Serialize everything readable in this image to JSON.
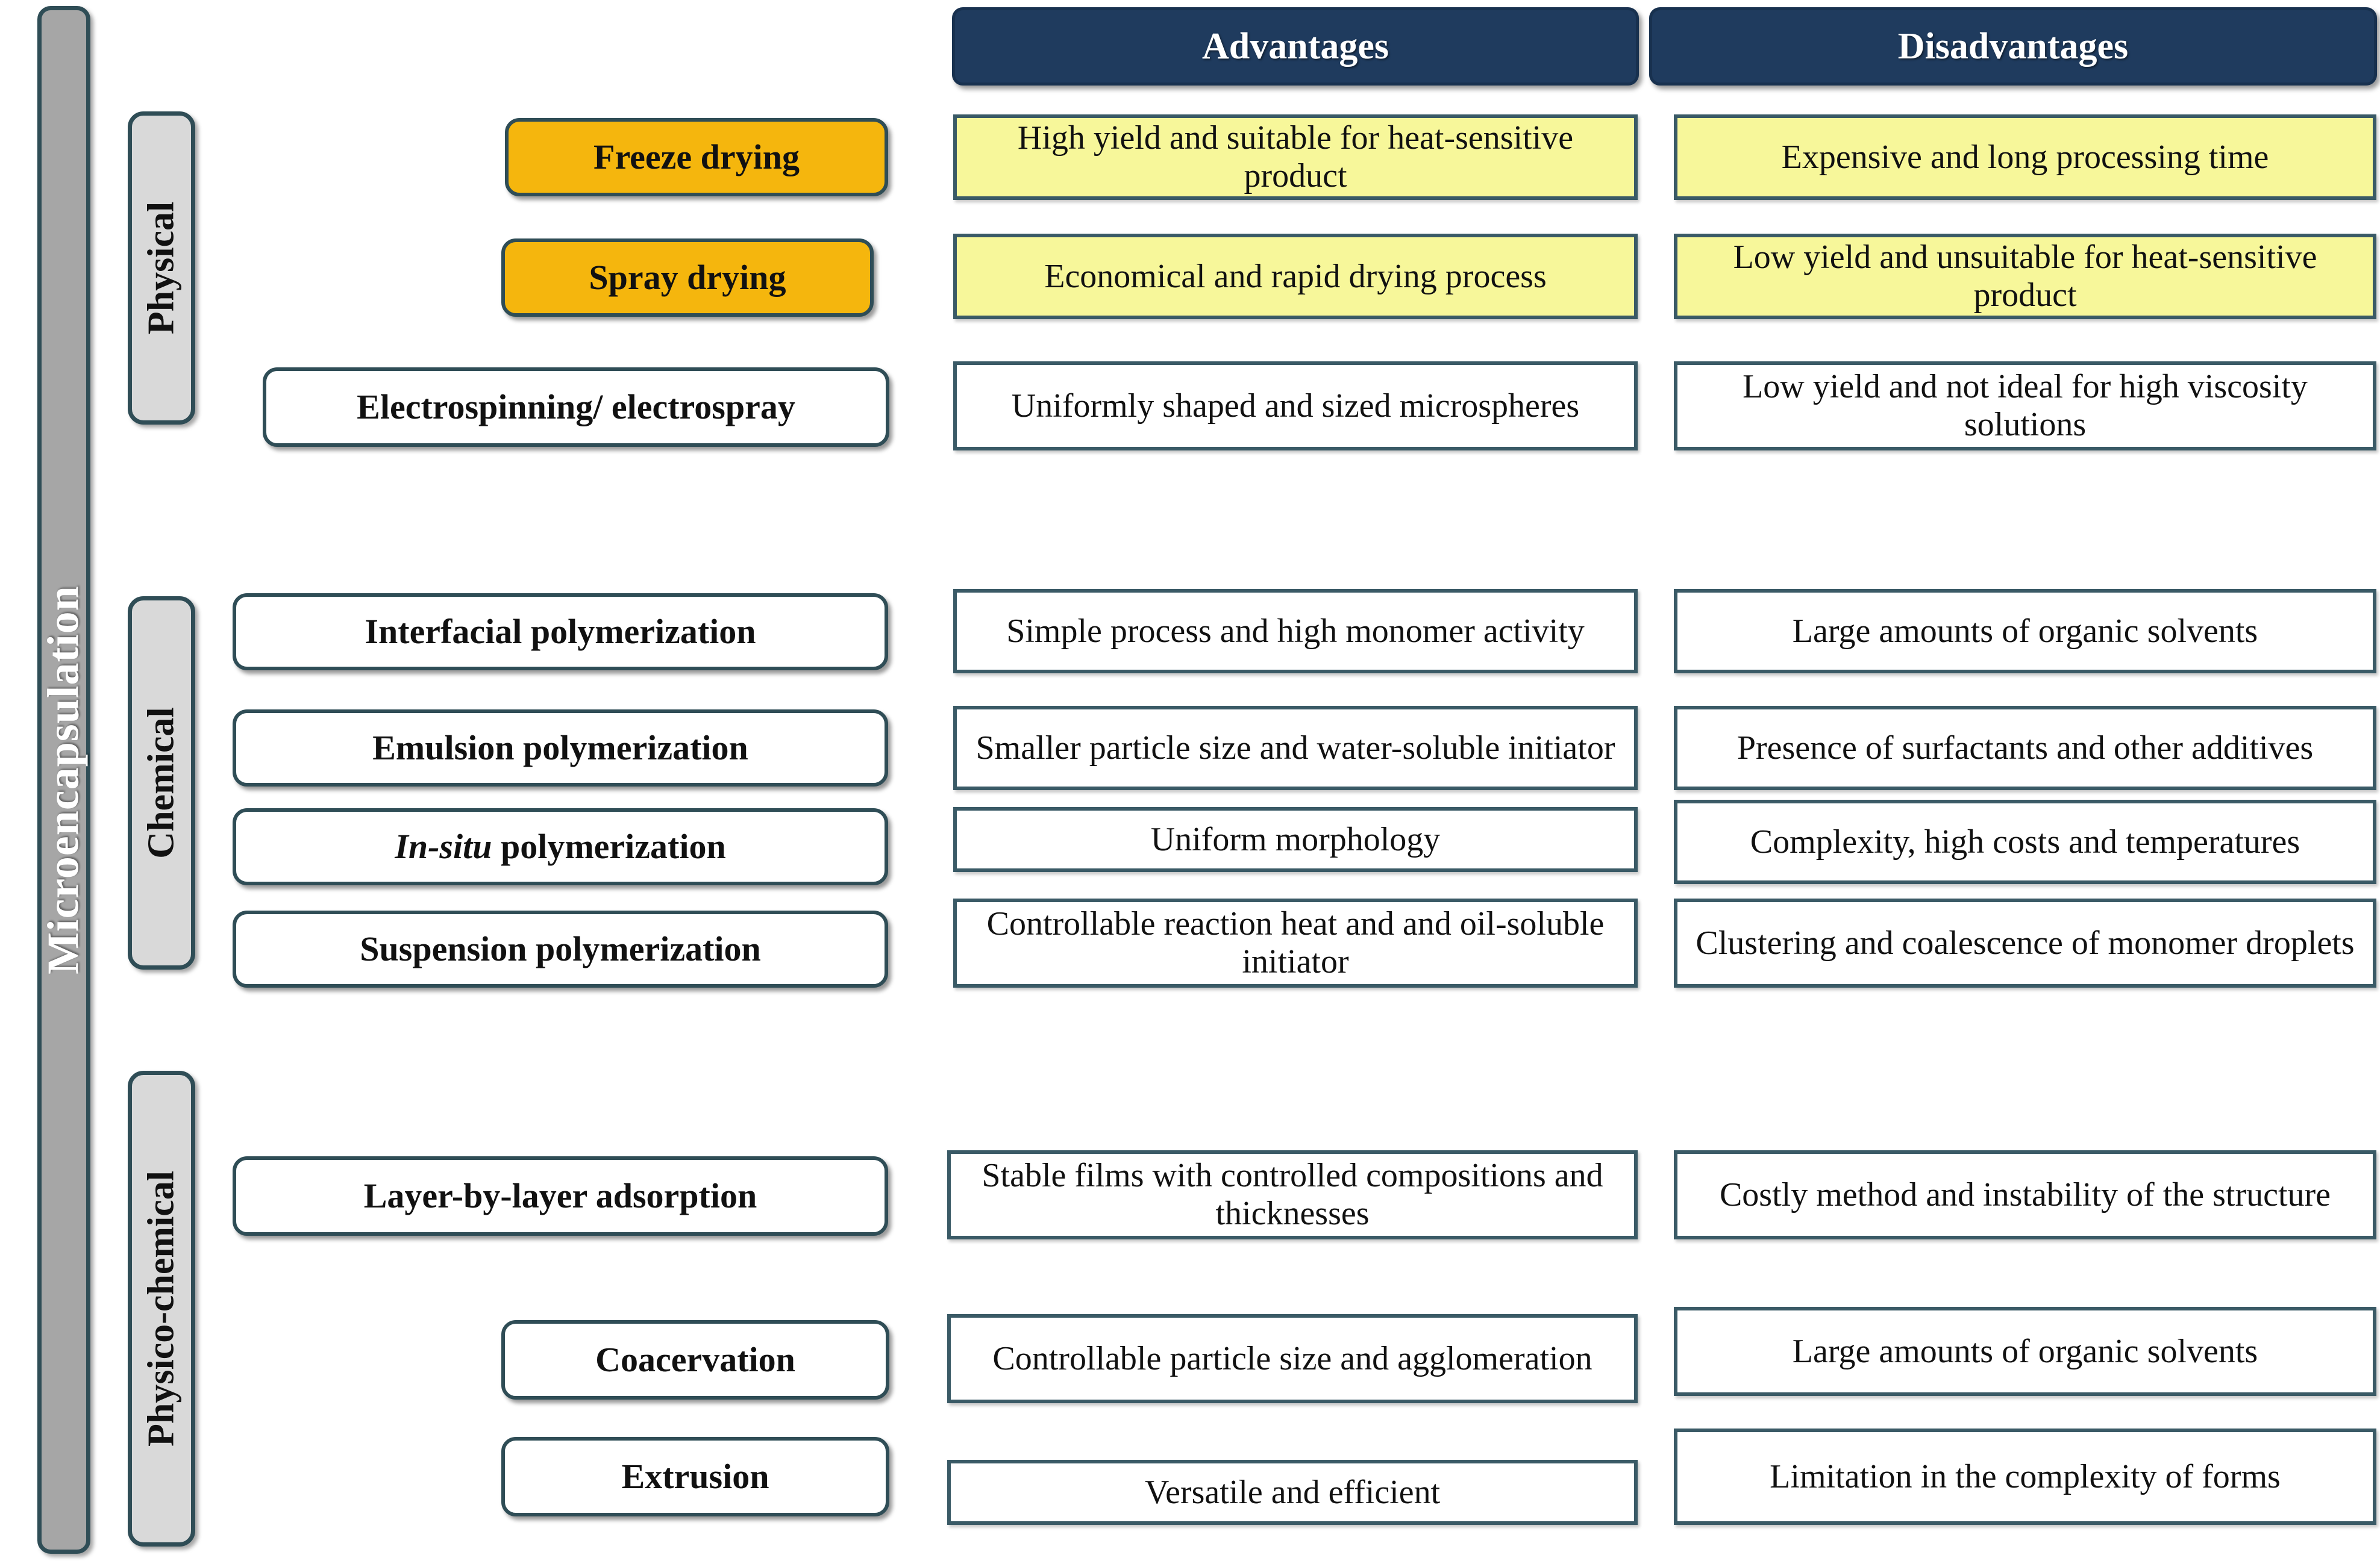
{
  "root_label": "Microencapsulation",
  "headers": {
    "advantages": "Advantages",
    "disadvantages": "Disadvantages"
  },
  "colors": {
    "accent_orange": "#f5b60d",
    "header_navy": "#1f3b5e",
    "highlight_yellow": "#f7f79a",
    "category_gray": "#d9d9d9",
    "root_gray": "#a6a6a6",
    "border_navy": "#2f4d56"
  },
  "categories": [
    {
      "label": "Physical",
      "rows": [
        {
          "method": "Freeze drying",
          "highlighted": true,
          "advantage": "High yield and suitable for heat-sensitive product",
          "disadvantage": "Expensive and long processing time"
        },
        {
          "method": "Spray drying",
          "highlighted": true,
          "advantage": "Economical and rapid drying process",
          "disadvantage": "Low yield and unsuitable for heat-sensitive product"
        },
        {
          "method": "Electrospinning/ electrospray",
          "highlighted": false,
          "advantage": "Uniformly shaped and sized microspheres",
          "disadvantage": "Low yield and not ideal for high viscosity solutions"
        }
      ]
    },
    {
      "label": "Chemical",
      "rows": [
        {
          "method": "Interfacial polymerization",
          "highlighted": false,
          "advantage": "Simple process and high monomer activity",
          "disadvantage": "Large amounts of organic solvents"
        },
        {
          "method": "Emulsion polymerization",
          "highlighted": false,
          "advantage": "Smaller particle size and water-soluble initiator",
          "disadvantage": "Presence of surfactants and other additives"
        },
        {
          "method_italic_prefix": "In-situ",
          "method_rest": " polymerization",
          "method": "In-situ polymerization",
          "highlighted": false,
          "advantage": "Uniform morphology",
          "disadvantage": "Complexity, high costs and temperatures"
        },
        {
          "method": "Suspension polymerization",
          "highlighted": false,
          "advantage": "Controllable reaction heat and and oil-soluble initiator",
          "disadvantage": "Clustering and coalescence of monomer droplets"
        }
      ]
    },
    {
      "label": "Physico-chemical",
      "rows": [
        {
          "method": "Layer-by-layer adsorption",
          "highlighted": false,
          "advantage": "Stable films with controlled compositions and thicknesses",
          "disadvantage": "Costly method and instability of the structure"
        },
        {
          "method": "Coacervation",
          "highlighted": false,
          "advantage": "Controllable particle size and agglomeration",
          "disadvantage": "Large amounts of organic solvents"
        },
        {
          "method": "Extrusion",
          "highlighted": false,
          "advantage": "Versatile and efficient",
          "disadvantage": "Limitation in the complexity of forms"
        }
      ]
    }
  ]
}
